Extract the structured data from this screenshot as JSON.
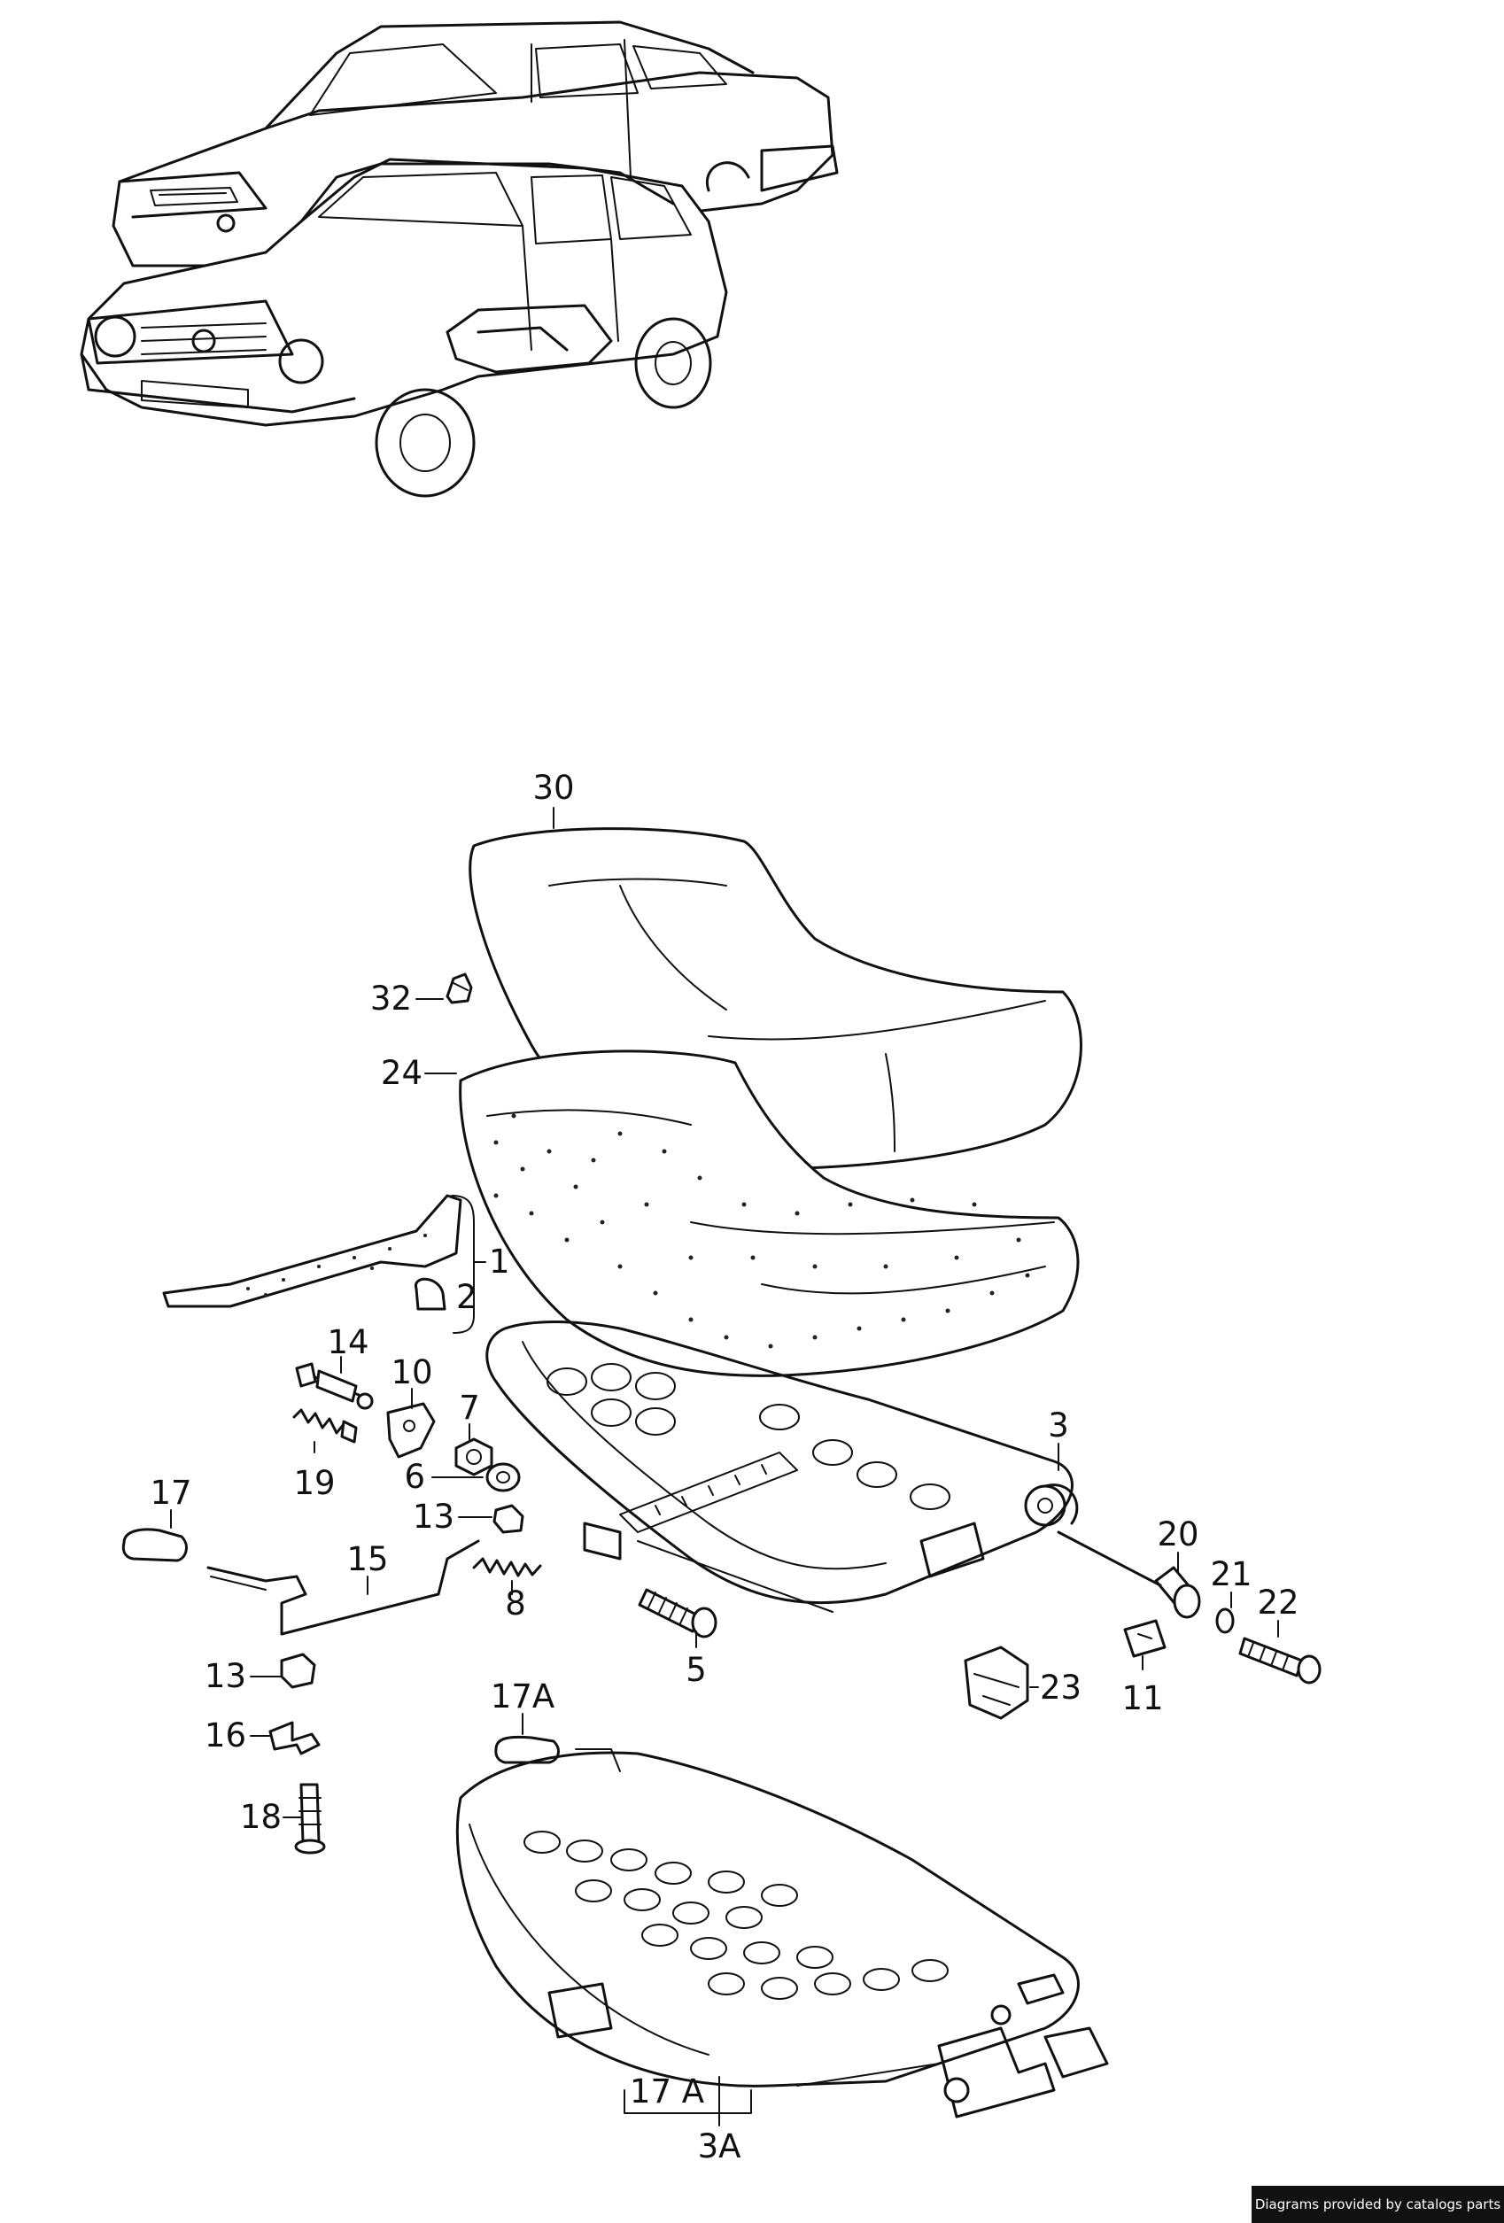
{
  "credit": "Diagrams provided by catalogs parts",
  "callouts": [
    {
      "id": "30",
      "text": "30"
    },
    {
      "id": "32",
      "text": "32"
    },
    {
      "id": "24",
      "text": "24"
    },
    {
      "id": "1",
      "text": "1"
    },
    {
      "id": "2",
      "text": "2"
    },
    {
      "id": "14",
      "text": "14"
    },
    {
      "id": "10",
      "text": "10"
    },
    {
      "id": "7",
      "text": "7"
    },
    {
      "id": "19",
      "text": "19"
    },
    {
      "id": "6",
      "text": "6"
    },
    {
      "id": "3",
      "text": "3"
    },
    {
      "id": "17",
      "text": "17"
    },
    {
      "id": "13a",
      "text": "13"
    },
    {
      "id": "15",
      "text": "15"
    },
    {
      "id": "8",
      "text": "8"
    },
    {
      "id": "20",
      "text": "20"
    },
    {
      "id": "21",
      "text": "21"
    },
    {
      "id": "22",
      "text": "22"
    },
    {
      "id": "5",
      "text": "5"
    },
    {
      "id": "13b",
      "text": "13"
    },
    {
      "id": "23",
      "text": "23"
    },
    {
      "id": "11",
      "text": "11"
    },
    {
      "id": "16",
      "text": "16"
    },
    {
      "id": "17A",
      "text": "17A"
    },
    {
      "id": "18",
      "text": "18"
    },
    {
      "id": "17A-group",
      "text": "17 A"
    },
    {
      "id": "3A",
      "text": "3A"
    }
  ]
}
